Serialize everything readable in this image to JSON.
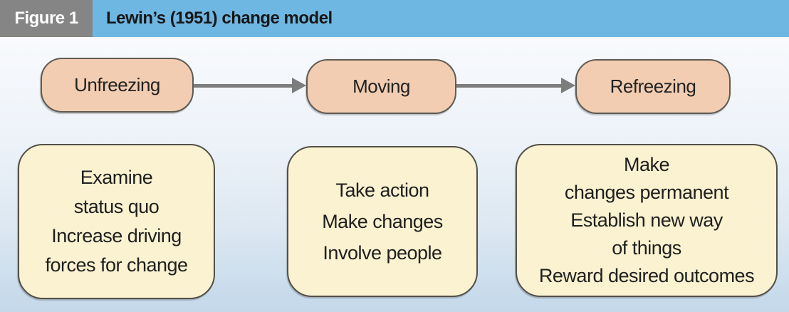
{
  "header": {
    "figure_label": "Figure 1",
    "title": "Lewin’s (1951) change model"
  },
  "stages": [
    {
      "pill_label": "Unfreezing",
      "box_lines": [
        "Examine",
        "status quo",
        "Increase driving",
        "forces for change"
      ]
    },
    {
      "pill_label": "Moving",
      "box_lines": [
        "Take action",
        "Make changes",
        "Involve people"
      ]
    },
    {
      "pill_label": "Refreezing",
      "box_lines": [
        "Make",
        "changes permanent",
        "Establish new way",
        "of things",
        "Reward desired outcomes"
      ]
    }
  ],
  "icons": {
    "flow_arrow": "arrow-right"
  },
  "colors": {
    "header_label_bg": "#858585",
    "header_bar_bg": "#6fb7e3",
    "pill_fill": "#f2cdb2",
    "pill_border": "#5e5b55",
    "box_fill": "#faf2d0",
    "box_border": "#514f47",
    "arrow": "#7d7d7d",
    "background_top": "#f8fafd",
    "background_bottom": "#c3d8ea"
  }
}
